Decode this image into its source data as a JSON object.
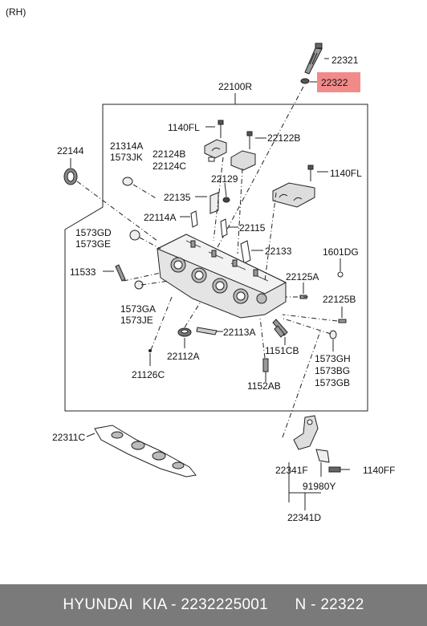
{
  "variant": "(RH)",
  "parts": {
    "p22321": "22321",
    "p22322": "22322",
    "p22100R": "22100R",
    "p1140FL_a": "1140FL",
    "p22122B": "22122B",
    "p21314A": "21314A",
    "p1573JK": "1573JK",
    "p22144": "22144",
    "p22124B": "22124B",
    "p22124C": "22124C",
    "p1140FL_b": "1140FL",
    "p22129": "22129",
    "p22135": "22135",
    "p22114A": "22114A",
    "p22115": "22115",
    "p1573GD": "1573GD",
    "p1573GE": "1573GE",
    "p22133": "22133",
    "p1601DG": "1601DG",
    "p11533": "11533",
    "p22125A": "22125A",
    "p22125B": "22125B",
    "p1573GA": "1573GA",
    "p1573JE": "1573JE",
    "p22113A": "22113A",
    "p1151CB": "1151CB",
    "p22112A": "22112A",
    "p1573GH": "1573GH",
    "p1573BG": "1573BG",
    "p1573GB": "1573GB",
    "p21126C": "21126C",
    "p1152AB": "1152AB",
    "p22311C": "22311C",
    "p22341F": "22341F",
    "p1140FF": "1140FF",
    "p91980Y": "91980Y",
    "p22341D": "22341D"
  },
  "highlight_color": "#f28a8a",
  "footer": "HYUNDAI  KIA - 2232225001      N - 22322"
}
